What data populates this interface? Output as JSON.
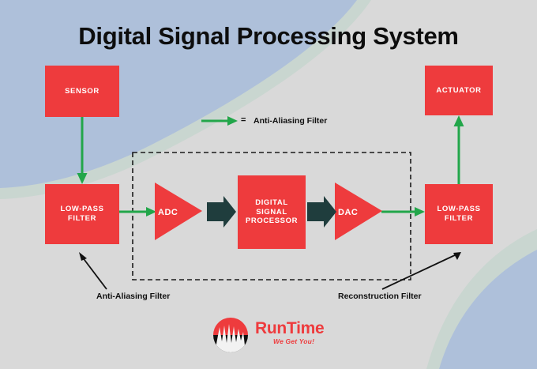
{
  "title": "Digital Signal Processing System",
  "colors": {
    "block_red": "#ee3b3d",
    "arrow_green": "#22a64a",
    "block_arrow_dark": "#1f3d3d",
    "background_grey": "#d9d9d9",
    "background_blue": "#aec0da",
    "background_sage": "#c9d6d0",
    "title_black": "#0d0d0d",
    "box_text_white": "#ffffff"
  },
  "blocks": {
    "sensor": {
      "label": "SENSOR",
      "shape": "rectangle"
    },
    "lowpass_left": {
      "label": "LOW-PASS\nFILTER",
      "line1": "LOW-PASS",
      "line2": "FILTER",
      "shape": "rectangle"
    },
    "adc": {
      "label": "ADC",
      "shape": "triangle"
    },
    "dsp": {
      "line1": "DIGITAL",
      "line2": "SIGNAL",
      "line3": "PROCESSOR",
      "shape": "rectangle"
    },
    "dac": {
      "label": "DAC",
      "shape": "triangle"
    },
    "lowpass_right": {
      "line1": "LOW-PASS",
      "line2": "FILTER",
      "shape": "rectangle"
    },
    "actuator": {
      "label": "ACTUATOR",
      "shape": "rectangle"
    }
  },
  "legend": {
    "equals": "=",
    "label": "Anti-Aliasing Filter",
    "arrow_icon": "green-arrow-right-icon"
  },
  "annotations": {
    "anti_aliasing_filter": "Anti-Aliasing Filter",
    "reconstruction_filter": "Reconstruction Filter"
  },
  "logo": {
    "name": "RunTime",
    "name_part_1": "Run",
    "name_part_2": "Time",
    "tagline": "We Get You!",
    "mark": "runtime-waveform-circle-icon"
  }
}
